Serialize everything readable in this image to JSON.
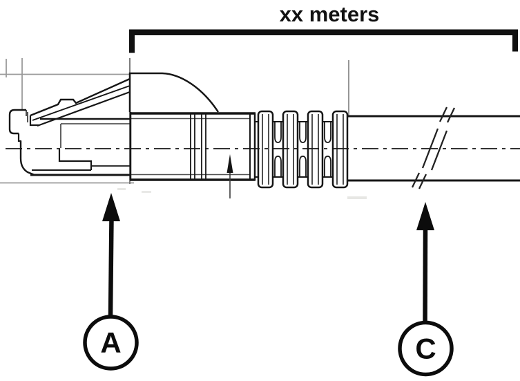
{
  "diagram": {
    "dimension_label": "xx meters",
    "callouts": [
      {
        "label": "A"
      },
      {
        "label": "C"
      }
    ],
    "colors": {
      "drawing_line": "#161616",
      "construction_line": "#9a9a9a",
      "callout_line": "#0c0c0c",
      "background": "#ffffff"
    }
  }
}
